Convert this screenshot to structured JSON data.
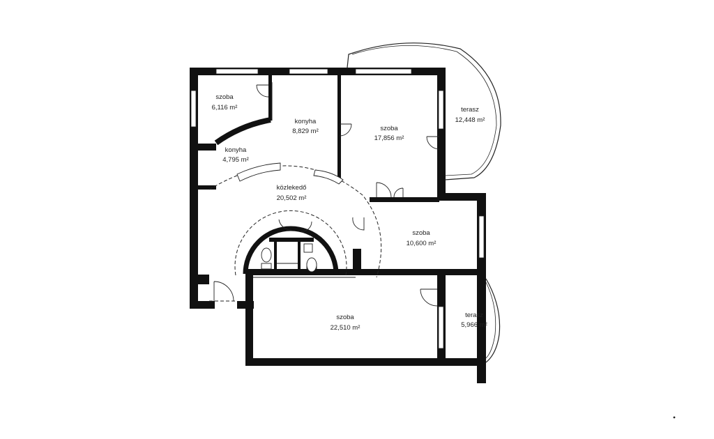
{
  "palette": {
    "wall": "#111111",
    "line": "#222222",
    "background": "#ffffff"
  },
  "rooms": [
    {
      "id": "szoba-nw",
      "name": "szoba",
      "area": "6,116 m²"
    },
    {
      "id": "konyha-n",
      "name": "konyha",
      "area": "8,829 m²"
    },
    {
      "id": "szoba-ne",
      "name": "szoba",
      "area": "17,856 m²"
    },
    {
      "id": "terasz-ne",
      "name": "terasz",
      "area": "12,448 m²"
    },
    {
      "id": "konyha-w",
      "name": "konyha",
      "area": "4,795 m²"
    },
    {
      "id": "kozlekedo",
      "name": "közlekedő",
      "area": "20,502 m²"
    },
    {
      "id": "szoba-e",
      "name": "szoba",
      "area": "10,600 m²"
    },
    {
      "id": "szoba-s",
      "name": "szoba",
      "area": "22,510 m²"
    },
    {
      "id": "terasz-se",
      "name": "terasz",
      "area": "5,966 m²"
    }
  ]
}
